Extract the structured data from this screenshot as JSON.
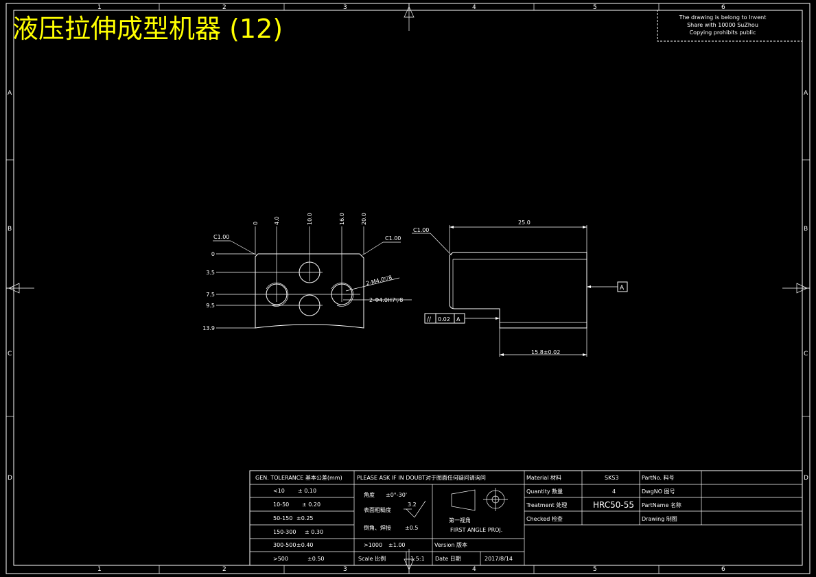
{
  "title": "液压拉伸成型机器 (12)",
  "note_lines": [
    "The drawing is belong to Invent",
    "Share with 10000 SuZhou",
    "Copying prohibits public"
  ],
  "zone_columns": [
    "1",
    "2",
    "3",
    "4",
    "5",
    "6"
  ],
  "zone_rows": [
    "A",
    "B",
    "C",
    "D"
  ],
  "view1": {
    "top_dims": [
      "0",
      "4.0",
      "10.0",
      "16.0",
      "20.0"
    ],
    "left_dims": [
      "0",
      "3.5",
      "7.5",
      "9.5",
      "13.9"
    ],
    "chamfer_left": "C1.00",
    "chamfer_right": "C1.00",
    "thread_callout": "2-M4.0▽8",
    "hole_callout": "2-Φ4.0H7▽8"
  },
  "view2": {
    "chamfer": "C1.00",
    "dim_top": "25.0",
    "dim_bottom": "15.8±0.02",
    "datum": "A",
    "parallel_symbol": "//",
    "parallel_value": "0.02",
    "parallel_datum": "A"
  },
  "title_block": {
    "tolerance_header": "GEN. TOLERANCE 基本公差(mm)",
    "tolerance_rows": [
      {
        "range": "<10",
        "tol": "± 0.10"
      },
      {
        "range": "10-50",
        "tol": "± 0.20"
      },
      {
        "range": "50-150",
        "tol": "±0.25"
      },
      {
        "range": "150-300",
        "tol": "± 0.30"
      },
      {
        "range": "300-500",
        "tol": "±0.40"
      },
      {
        "range": ">500",
        "tol": "±0.50"
      }
    ],
    "ask_note": "PLEASE ASK IF IN DOUBT对于图面任何疑问请询问",
    "angle_label": "角度",
    "angle_tol": "±0°-30'",
    "roughness_label": "表面粗糙度",
    "roughness_value": "3.2",
    "chamfer_label": "倒角、焊接",
    "chamfer_tol": "±0.5",
    "over1000_label": ">1000",
    "over1000_tol": "±1.00",
    "projection_label": "第一视角",
    "projection_en": "FIRST ANGLE PROJ.",
    "version_label": "Version 版本",
    "version_value": "",
    "scale_label": "Scale 比例",
    "scale_value": "1:5:1",
    "date_label": "Date 日期",
    "date_value": "2017/8/14",
    "material_label": "Material 材料",
    "material_value": "SKS3",
    "quantity_label": "Quantity 数量",
    "quantity_value": "4",
    "treatment_label": "Treatment 处理",
    "treatment_value": "HRC50-55",
    "checked_label": "Checked 检查",
    "checked_value": "",
    "partno_label": "PartNo. 料号",
    "partno_value": "",
    "dwgno_label": "DwgNO 图号",
    "dwgno_value": "",
    "partname_label": "PartName 名称",
    "partname_value": "",
    "drawing_label": "Drawing 制图",
    "drawing_value": ""
  },
  "colors": {
    "background": "#000000",
    "lines": "#ffffff",
    "title": "#ffff00"
  }
}
